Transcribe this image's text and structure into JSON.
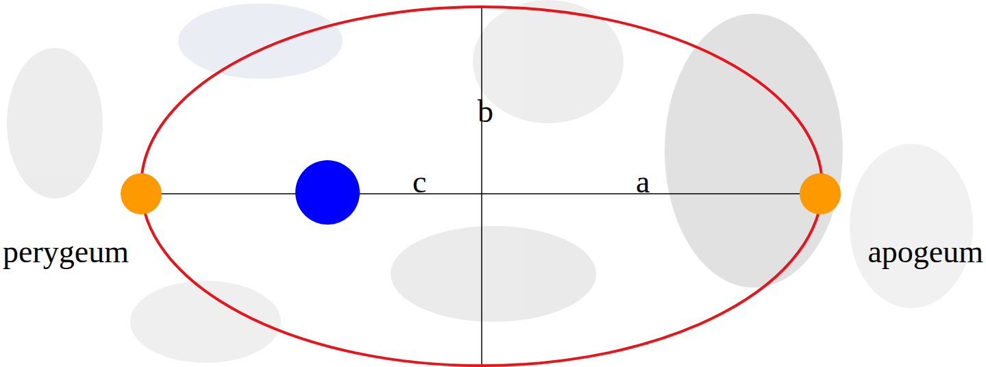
{
  "diagram": {
    "labels": [
      "b",
      "c",
      "a",
      "perygeum",
      "apogeum"
    ]
  }
}
